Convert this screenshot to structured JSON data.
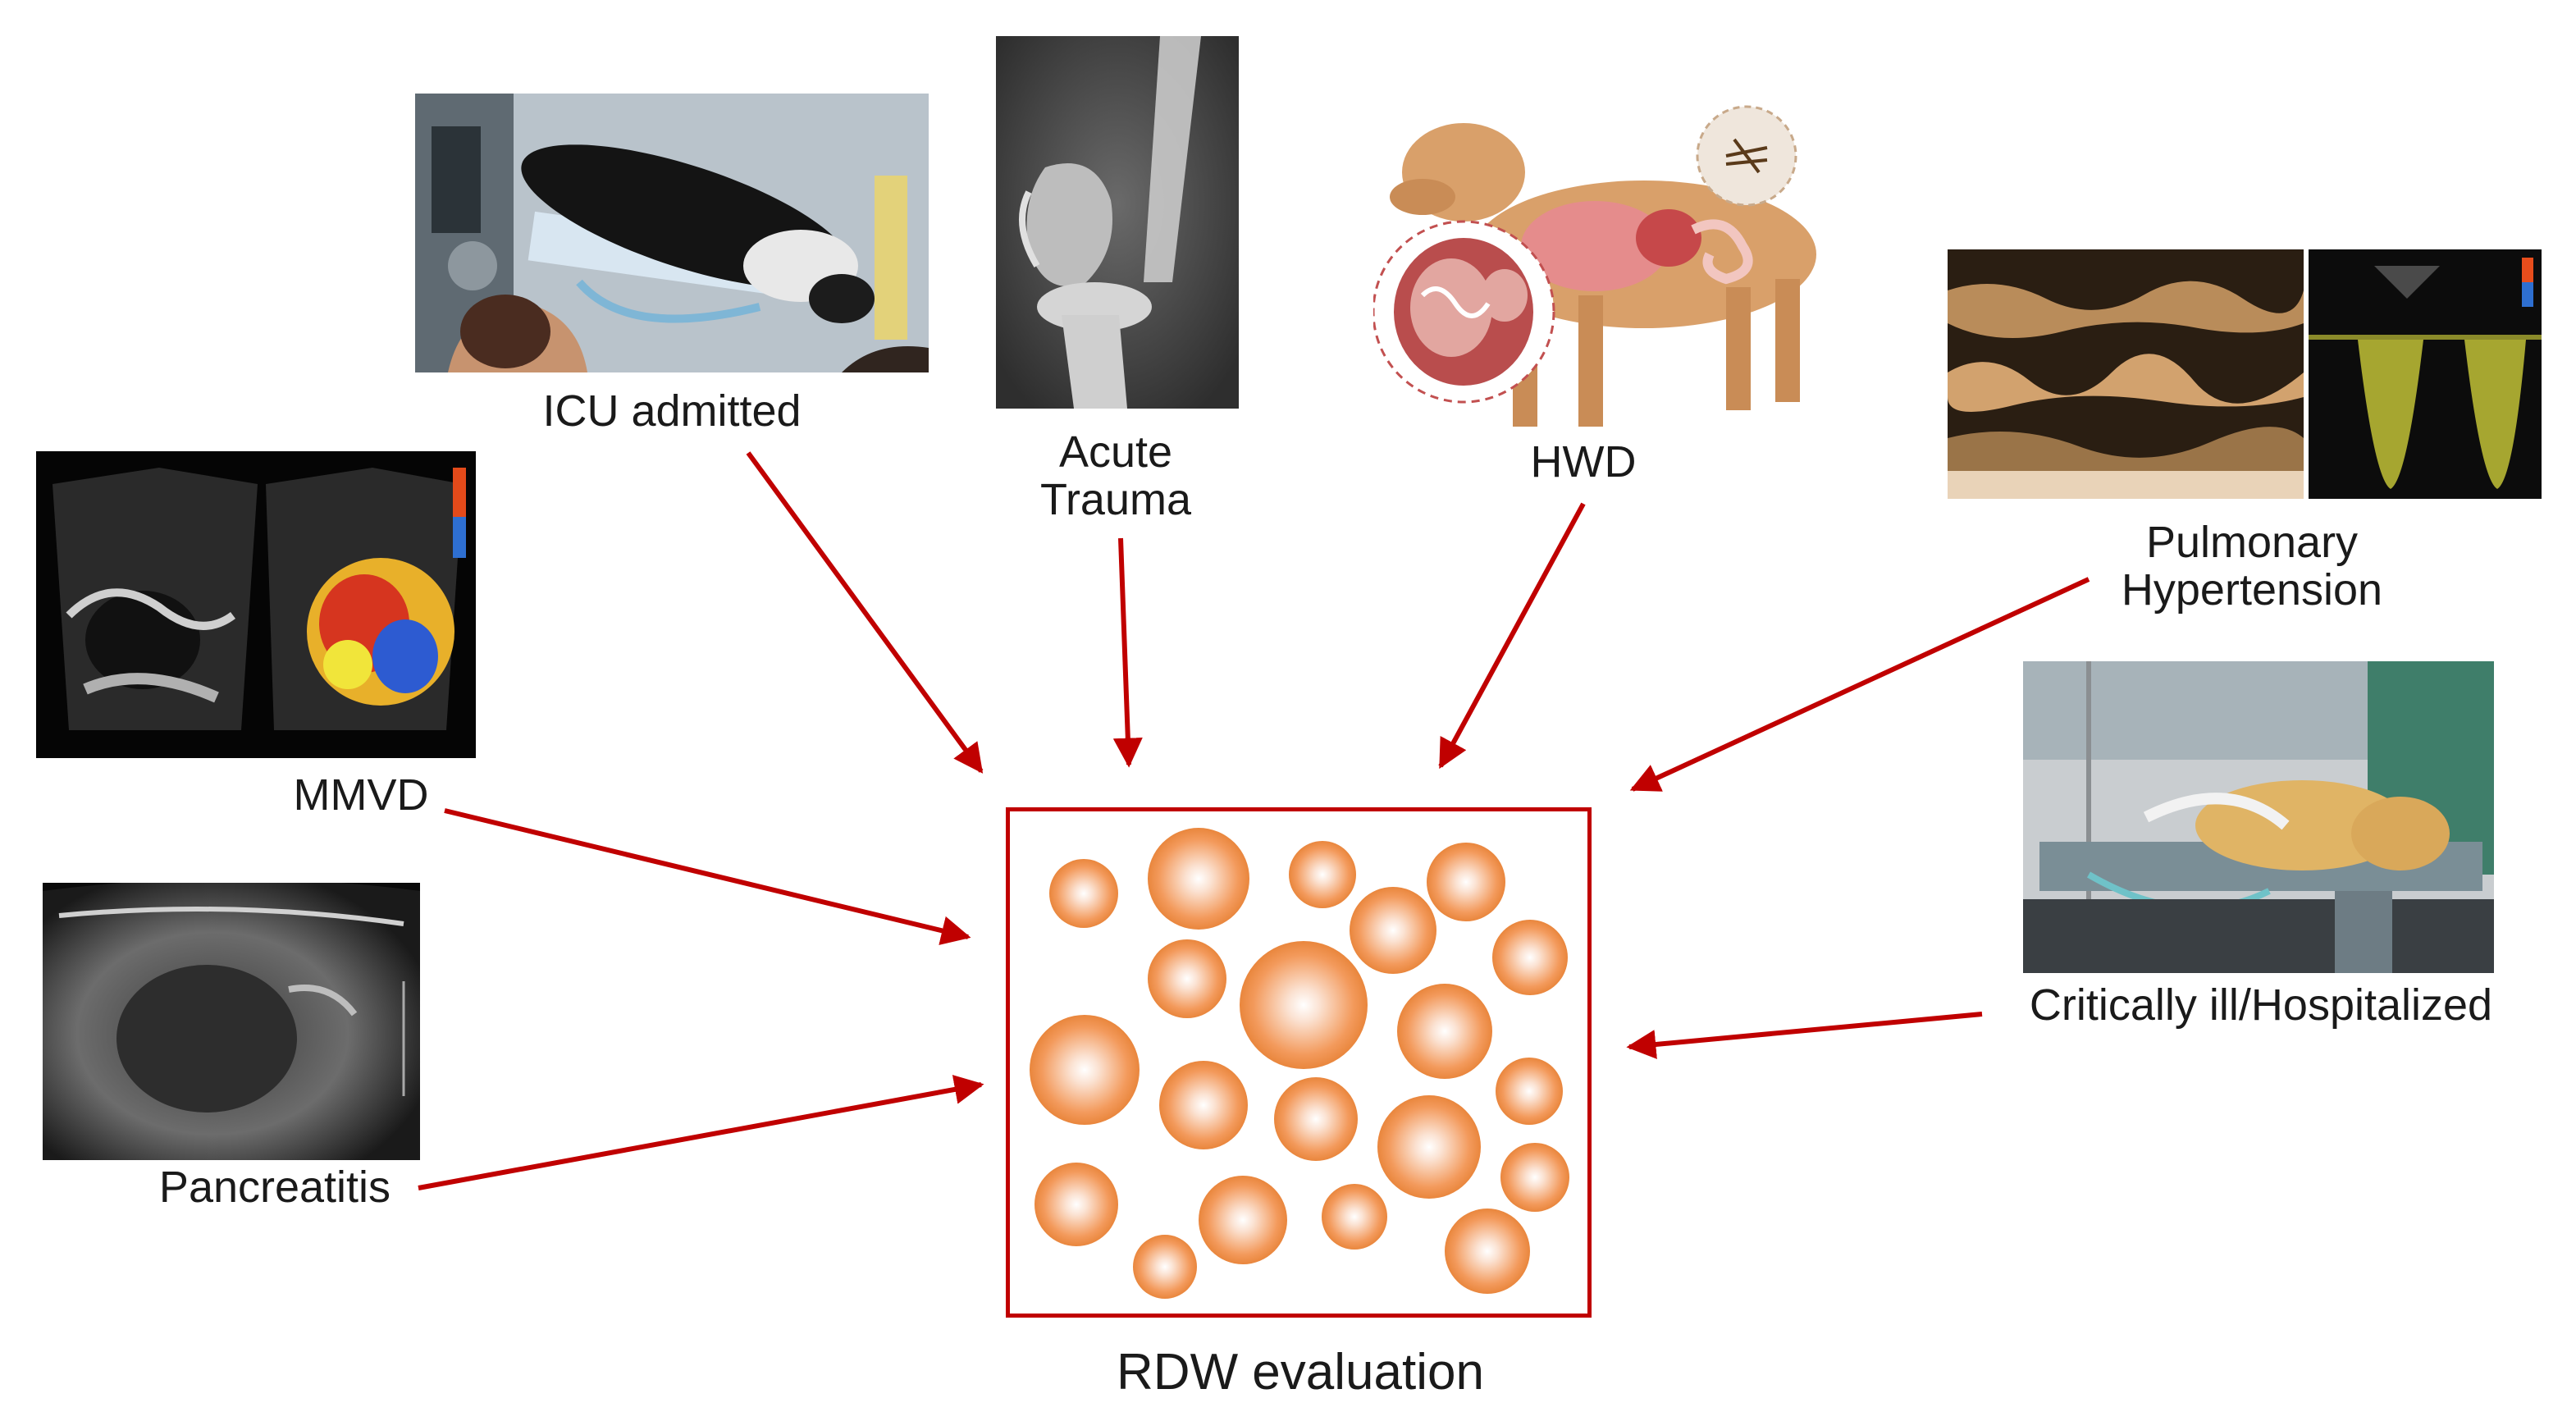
{
  "labels": {
    "icu": "ICU admitted",
    "trauma_line1": "Acute",
    "trauma_line2": "Trauma",
    "hwd": "HWD",
    "ph_line1": "Pulmonary",
    "ph_line2": "Hypertension",
    "mmvd": "MMVD",
    "pancreatitis": "Pancreatitis",
    "critically_ill": "Critically ill/Hospitalized",
    "rdw": "RDW evaluation"
  },
  "colors": {
    "arrow": "#c00000",
    "box_border": "#c00000",
    "cell": "#e9802f",
    "text": "#1a1a1a"
  }
}
